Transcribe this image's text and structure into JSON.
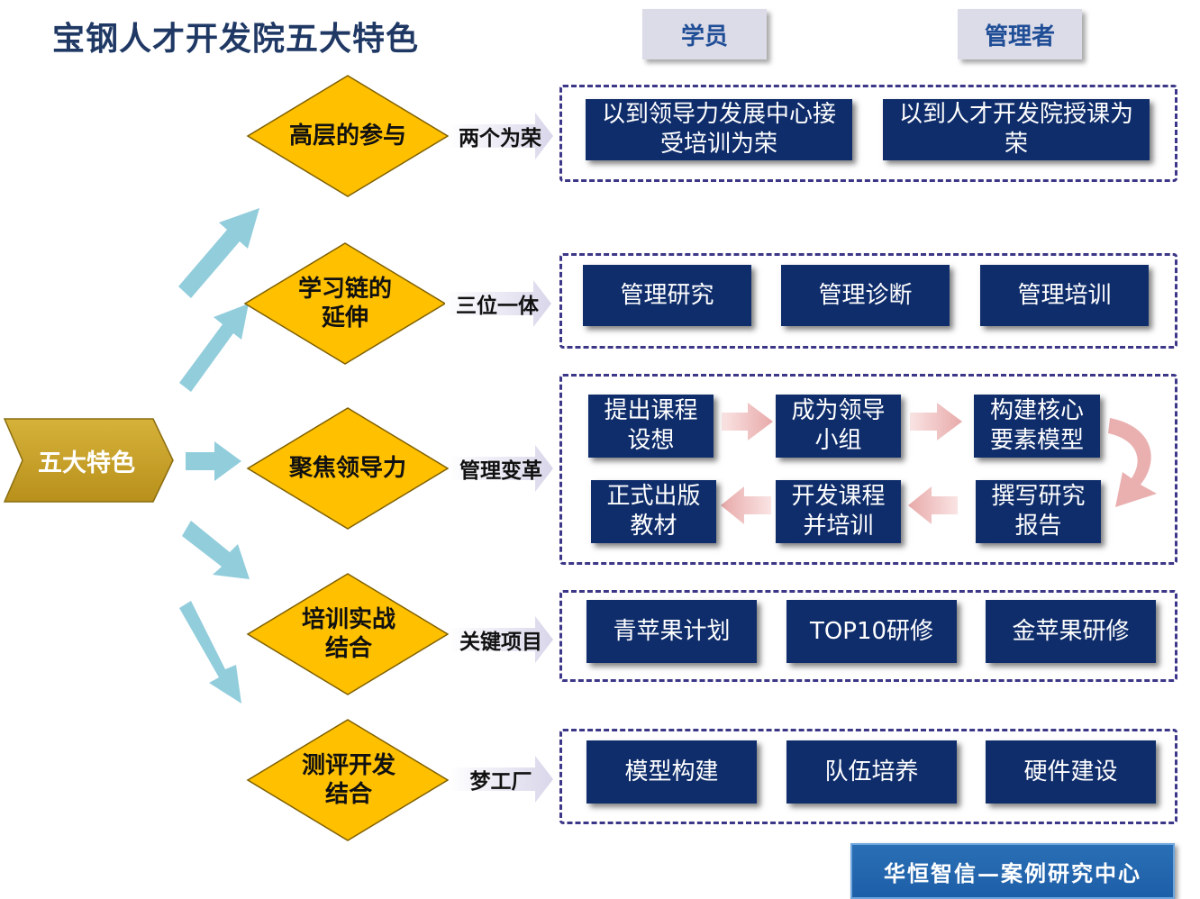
{
  "title": "宝钢人才开发院五大特色",
  "headers": {
    "student": "学员",
    "manager": "管理者"
  },
  "root": "五大特色",
  "features": [
    {
      "label": "高层的参与",
      "tag": "两个为荣",
      "items": [
        "以到领导力发展中心接受培训为荣",
        "以到人才开发院授课为荣"
      ]
    },
    {
      "label": "学习链的延伸",
      "tag": "三位一体",
      "items": [
        "管理研究",
        "管理诊断",
        "管理培训"
      ]
    },
    {
      "label": "聚焦领导力",
      "tag": "管理变革",
      "items": [
        "提出课程设想",
        "成为领导小组",
        "构建核心要素模型",
        "撰写研究报告",
        "开发课程并培训",
        "正式出版教材"
      ]
    },
    {
      "label": "培训实战结合",
      "tag": "关键项目",
      "items": [
        "青苹果计划",
        "TOP10研修",
        "金苹果研修"
      ]
    },
    {
      "label": "测评开发结合",
      "tag": "梦工厂",
      "items": [
        "模型构建",
        "队伍培养",
        "硬件建设"
      ]
    }
  ],
  "footer": "华恒智信—案例研究中心",
  "colors": {
    "diamond": "#ffc000",
    "diamond_border": "#7f6000",
    "box": "#0f2d6b",
    "root": "#c9a227",
    "arrow": "#92cddc",
    "flow_arrow": "#f2c6c6",
    "group_border": "#3c3787",
    "title": "#1f3864",
    "header_bg": "#dcdbe8",
    "header_text": "#1f4e96"
  }
}
